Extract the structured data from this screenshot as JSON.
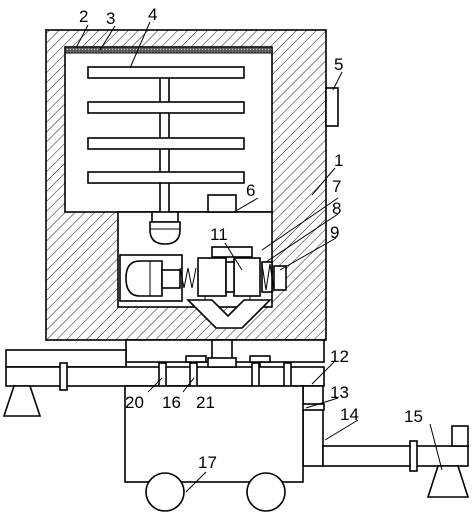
{
  "labels": {
    "l1": "1",
    "l2": "2",
    "l3": "3",
    "l4": "4",
    "l5": "5",
    "l6": "6",
    "l7": "7",
    "l8": "8",
    "l9": "9",
    "l11": "11",
    "l12": "12",
    "l13": "13",
    "l14": "14",
    "l15": "15",
    "l16": "16",
    "l17": "17",
    "l20": "20",
    "l21": "21"
  },
  "colors": {
    "line": "#000000",
    "background": "#ffffff"
  }
}
